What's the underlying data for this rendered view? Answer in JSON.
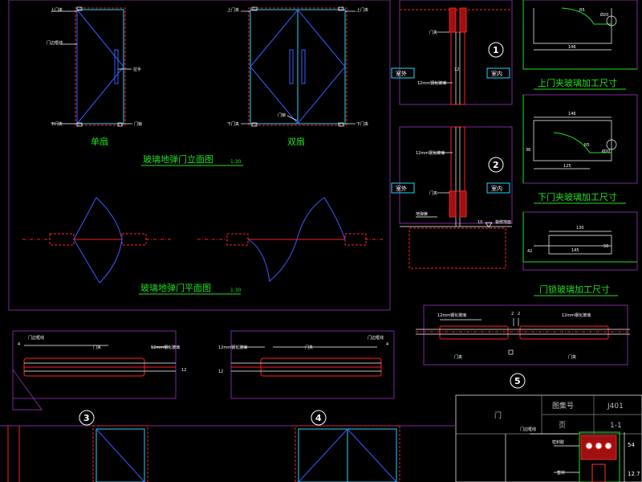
{
  "elevation": {
    "single_label": "单扇",
    "double_label": "双扇",
    "title": "玻璃地弹门立面图",
    "scale": "1:30",
    "callouts": {
      "top_clamp": "上门夹",
      "bottom_clamp": "下门夹",
      "door_lock": "门锁",
      "handle": "拉手",
      "door_frame_edge": "门边框线"
    }
  },
  "plan": {
    "title": "玻璃地弹门平面图",
    "scale": "1:30"
  },
  "details": {
    "d1": {
      "marker": "1",
      "outside": "室外",
      "inside": "室内",
      "glass": "12mm钢化玻璃",
      "clamp": "门夹",
      "dim": "12"
    },
    "d2": {
      "marker": "2",
      "outside": "室外",
      "inside": "室内",
      "glass": "12mm钢化玻璃",
      "clamp": "门夹",
      "floor": "地弹簧",
      "finish": "装修地面",
      "dim": "10"
    },
    "d3": {
      "marker": "3",
      "frame": "门边框线",
      "clamp": "门夹",
      "glass": "12mm钢化玻璃",
      "dim": "12",
      "end": "4"
    },
    "d4": {
      "marker": "4",
      "frame": "门边框线",
      "clamp": "门夹",
      "glass": "12mm钢化玻璃",
      "dim": "12",
      "end": "4"
    },
    "d5": {
      "marker": "5",
      "glass": "12mm钢化玻璃",
      "clamp": "门夹",
      "gap": "2",
      "gap2": "2"
    }
  },
  "top_clamp_glass": {
    "title": "上门夹玻璃加工尺寸",
    "width": "146",
    "hole": "Ø20",
    "radius": "R5"
  },
  "bottom_clamp_glass": {
    "title": "下门夹玻璃加工尺寸",
    "width": "146",
    "inner_width": "125",
    "height": "36",
    "hole": "Ø20",
    "radius": "R5"
  },
  "lock_glass": {
    "title": "门锁玻璃加工尺寸",
    "top": "130",
    "bottom": "145",
    "height": "42",
    "inner": "50"
  },
  "title_block": {
    "label_atlas": "图集号",
    "atlas_no": "J401",
    "label_page": "页",
    "page_no": "1-1",
    "name": "门"
  },
  "profile": {
    "frame_label": "门边框线",
    "seal": "密封胶",
    "part": "垫块",
    "dim_a": "54",
    "dim_b": "12.7"
  },
  "colors": {
    "background": "#000000",
    "text_green": "#22e022",
    "wall_red": "#ff2020",
    "glass_blue": "#3a5cff",
    "frame_purple": "#7a2a9a",
    "cyan": "#20d8ff"
  }
}
